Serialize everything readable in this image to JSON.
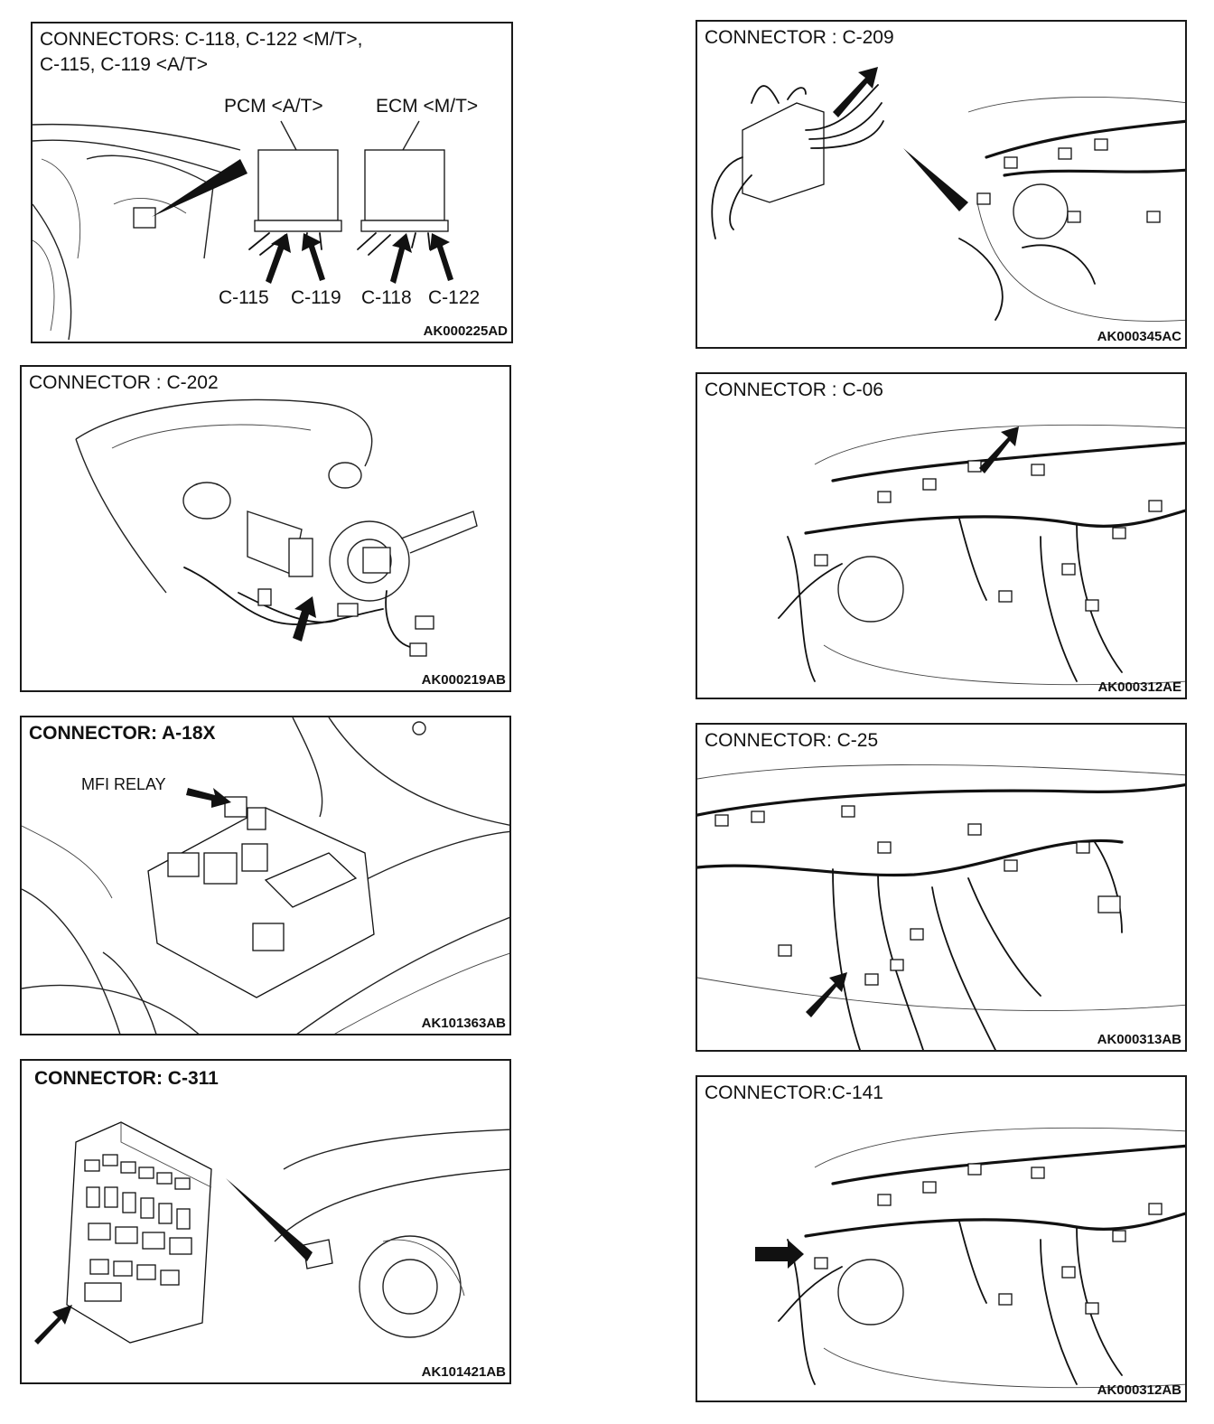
{
  "panels": {
    "p1": {
      "title_line1": "CONNECTORS: C-118, C-122 <M/T>,",
      "title_line2": "C-115, C-119 <A/T>",
      "pcm": "PCM <A/T>",
      "ecm": "ECM <M/T>",
      "c115": "C-115",
      "c119": "C-119",
      "c118": "C-118",
      "c122": "C-122",
      "code": "AK000225AD"
    },
    "p2": {
      "title": "CONNECTOR : C-202",
      "code": "AK000219AB"
    },
    "p3": {
      "title": "CONNECTOR: A-18X",
      "relay": "MFI RELAY",
      "code": "AK101363AB"
    },
    "p4": {
      "title": "CONNECTOR: C-311",
      "code": "AK101421AB"
    },
    "p5": {
      "title": "CONNECTOR : C-209",
      "code": "AK000345AC"
    },
    "p6": {
      "title": "CONNECTOR : C-06",
      "code": "AK000312AE"
    },
    "p7": {
      "title": "CONNECTOR: C-25",
      "code": "AK000313AB"
    },
    "p8": {
      "title": "CONNECTOR:C-141",
      "code": "AK000312AB"
    }
  },
  "colors": {
    "ink": "#111111",
    "paper": "#ffffff"
  }
}
